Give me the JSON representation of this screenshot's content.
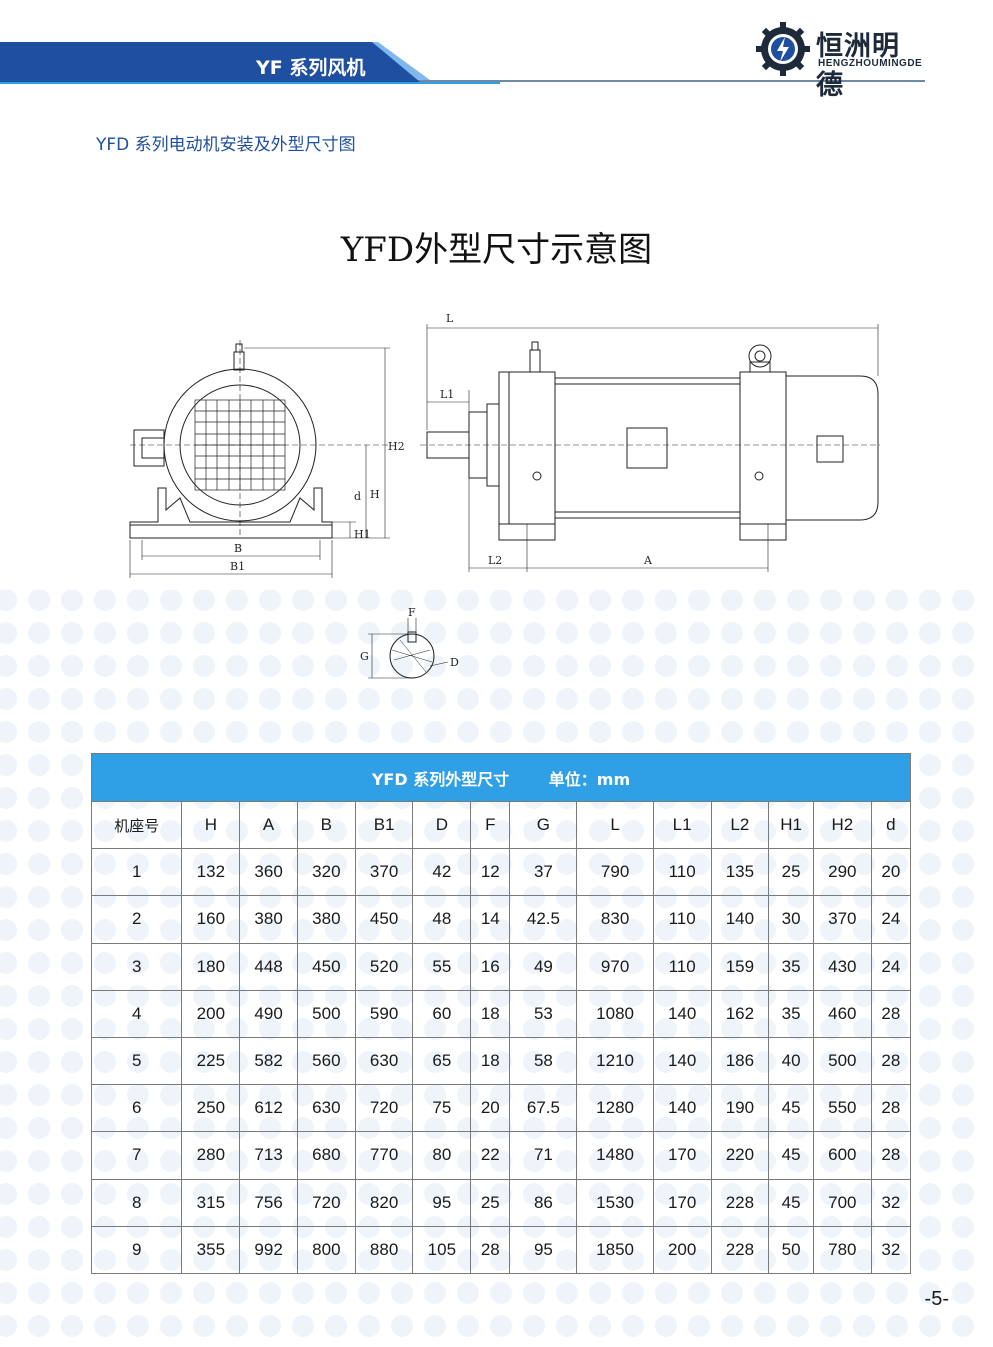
{
  "header": {
    "series_title": "YF 系列风机",
    "brand_color": "#1f4fa0",
    "accent_color": "#2f9fe6"
  },
  "logo": {
    "name_cn": "恒洲明德",
    "name_en": "HENGZHOUMINGDE",
    "icon": "gear-lightning-icon"
  },
  "section": {
    "subtitle": "YFD 系列电动机安装及外型尺寸图"
  },
  "drawing": {
    "title": "YFD外型尺寸示意图",
    "labels": {
      "L": "L",
      "L1": "L1",
      "L2": "L2",
      "A": "A",
      "H": "H",
      "H1": "H1",
      "H2": "H2",
      "d": "d",
      "B": "B",
      "B1": "B1",
      "F": "F",
      "G": "G",
      "D": "D"
    }
  },
  "table": {
    "caption": "YFD 系列外型尺寸",
    "unit": "单位：mm",
    "columns": [
      "机座号",
      "H",
      "A",
      "B",
      "B1",
      "D",
      "F",
      "G",
      "L",
      "L1",
      "L2",
      "H1",
      "H2",
      "d"
    ],
    "rows": [
      [
        "1",
        "132",
        "360",
        "320",
        "370",
        "42",
        "12",
        "37",
        "790",
        "110",
        "135",
        "25",
        "290",
        "20"
      ],
      [
        "2",
        "160",
        "380",
        "380",
        "450",
        "48",
        "14",
        "42.5",
        "830",
        "110",
        "140",
        "30",
        "370",
        "24"
      ],
      [
        "3",
        "180",
        "448",
        "450",
        "520",
        "55",
        "16",
        "49",
        "970",
        "110",
        "159",
        "35",
        "430",
        "24"
      ],
      [
        "4",
        "200",
        "490",
        "500",
        "590",
        "60",
        "18",
        "53",
        "1080",
        "140",
        "162",
        "35",
        "460",
        "28"
      ],
      [
        "5",
        "225",
        "582",
        "560",
        "630",
        "65",
        "18",
        "58",
        "1210",
        "140",
        "186",
        "40",
        "500",
        "28"
      ],
      [
        "6",
        "250",
        "612",
        "630",
        "720",
        "75",
        "20",
        "67.5",
        "1280",
        "140",
        "190",
        "45",
        "550",
        "28"
      ],
      [
        "7",
        "280",
        "713",
        "680",
        "770",
        "80",
        "22",
        "71",
        "1480",
        "170",
        "220",
        "45",
        "600",
        "28"
      ],
      [
        "8",
        "315",
        "756",
        "720",
        "820",
        "95",
        "25",
        "86",
        "1530",
        "170",
        "228",
        "45",
        "700",
        "32"
      ],
      [
        "9",
        "355",
        "992",
        "800",
        "880",
        "105",
        "28",
        "95",
        "1850",
        "200",
        "228",
        "50",
        "780",
        "32"
      ]
    ]
  },
  "footer": {
    "page_number": "-5-"
  }
}
